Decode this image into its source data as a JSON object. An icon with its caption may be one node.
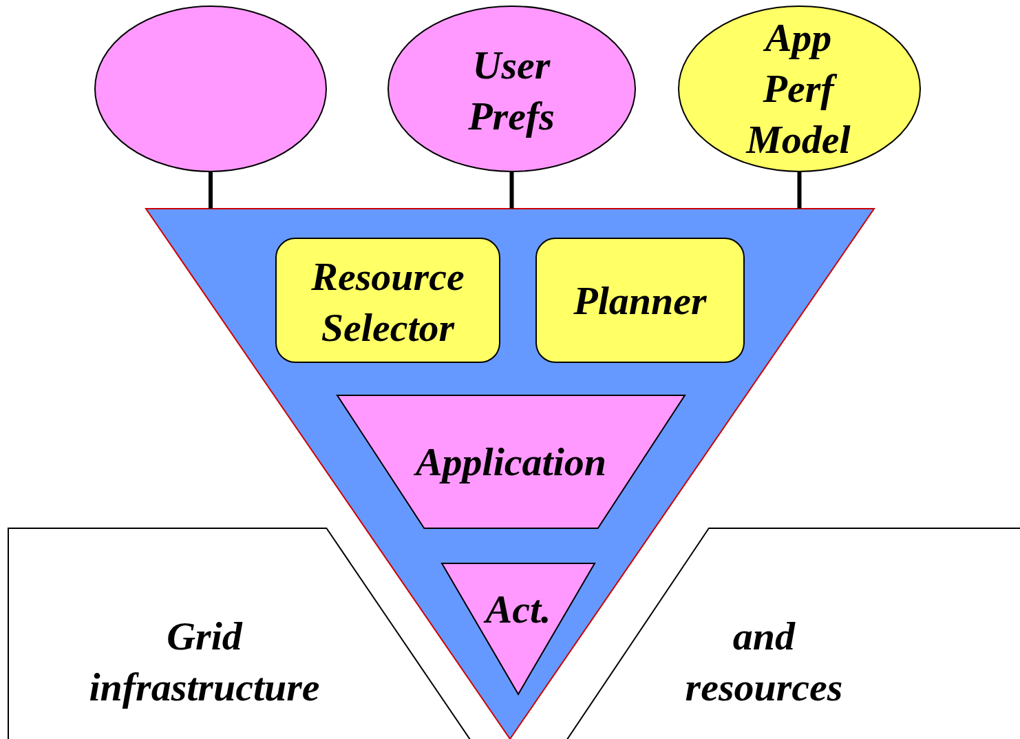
{
  "diagram": {
    "nodes": [
      {
        "text": [],
        "shape": "ellipse"
      },
      {
        "text": [
          "User Prefs"
        ]
      },
      {
        "text": [
          "App Perf Model"
        ]
      },
      {
        "text": [],
        "shape": "triangle"
      },
      {
        "text": [
          "Resource Selector"
        ],
        "in": 3
      },
      {
        "text": [
          "Planner"
        ],
        "in": 3
      },
      {
        "text": [
          "Application"
        ],
        "in": 3
      },
      {
        "text": [
          "Act."
        ],
        "in": 3
      },
      {
        "text": [
          "Grid infrastructure"
        ]
      },
      {
        "text": [
          "and resources"
        ]
      }
    ],
    "edges": [
      {
        "from": 0,
        "to": 3,
        "arrow": "none"
      },
      {
        "from": 1,
        "to": 3,
        "arrow": "none"
      },
      {
        "from": 2,
        "to": 3,
        "arrow": "none"
      }
    ]
  }
}
